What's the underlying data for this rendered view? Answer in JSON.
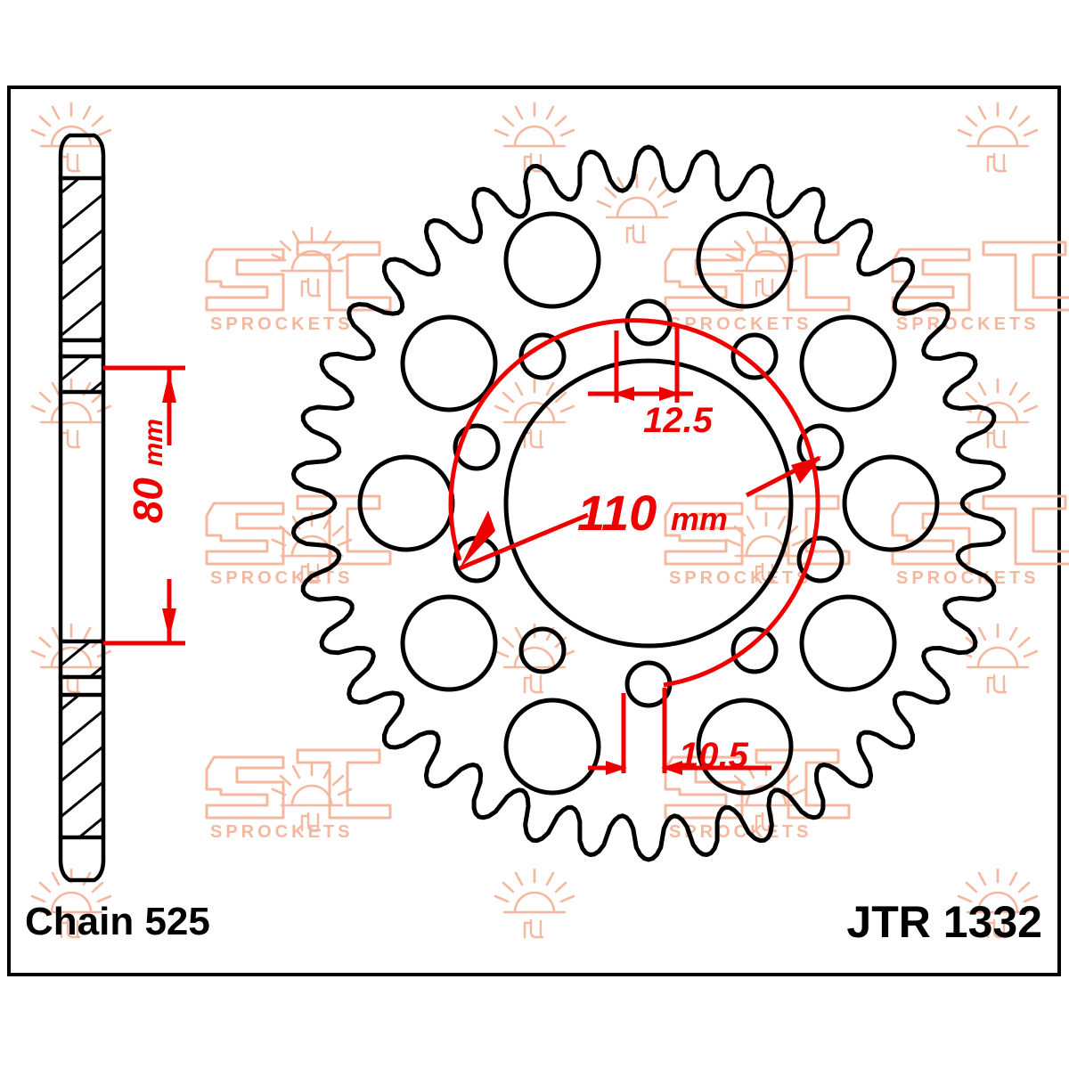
{
  "drawing": {
    "title_left": "Chain 525",
    "title_right": "JTR 1332",
    "watermark_brand": "JT",
    "watermark_sub": "SPROCKETS",
    "colors": {
      "outline": "#000000",
      "dimension": "#ee0000",
      "watermark": "#f4b59b",
      "background": "#ffffff"
    },
    "dimensions": {
      "thickness": {
        "value": "80",
        "unit": "mm",
        "orientation": "vertical"
      },
      "bolt_circle": {
        "value": "110",
        "unit": "mm",
        "orientation": "horizontal"
      },
      "hole_offset": {
        "value": "12.5",
        "unit": "",
        "orientation": "horizontal"
      },
      "hole_spacing": {
        "value": "10.5",
        "unit": "",
        "orientation": "horizontal"
      }
    },
    "views": {
      "side_profile_label": "side-section-view",
      "face_view_label": "sprocket-face-view"
    },
    "sprocket": {
      "teeth": 38,
      "large_lightening_holes": 10,
      "bolt_holes": 10
    }
  }
}
